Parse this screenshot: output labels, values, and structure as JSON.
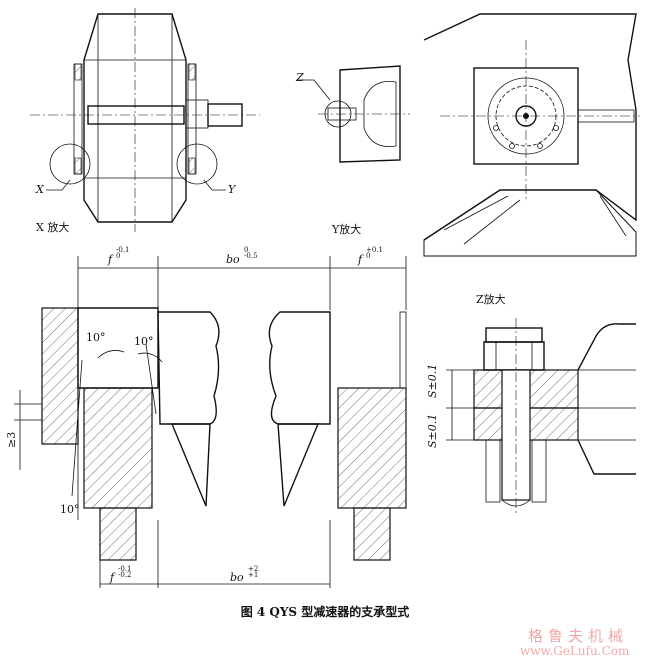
{
  "views": {
    "x_view_label": "X 放大",
    "y_view_label": "Y放大",
    "z_view_label": "Z放大",
    "callout_x": "X",
    "callout_y": "Y",
    "callout_z": "Z"
  },
  "dimensions": {
    "f_top": "f",
    "f_top_tol": "-0.1\n0",
    "bo_top": "bo",
    "bo_top_tol": "0\n-0.5",
    "f_top_right": "f",
    "f_top_right_tol": "+0.1\n0",
    "f_bottom": "f",
    "f_bottom_tol": "-0.1\n-0.2",
    "bo_bottom": "bo",
    "bo_bottom_tol": "+2\n+1",
    "angle_left": "10°",
    "angle_mid": "10°",
    "angle_bottom": "10°",
    "ge3": "≥3",
    "s_tol_upper": "S±0.1",
    "s_tol_lower": "S±0.1"
  },
  "caption": "图 4   QYS 型减速器的支承型式",
  "watermark": {
    "line1": "格鲁夫机械",
    "line2": "www.GeLufu.Com"
  }
}
